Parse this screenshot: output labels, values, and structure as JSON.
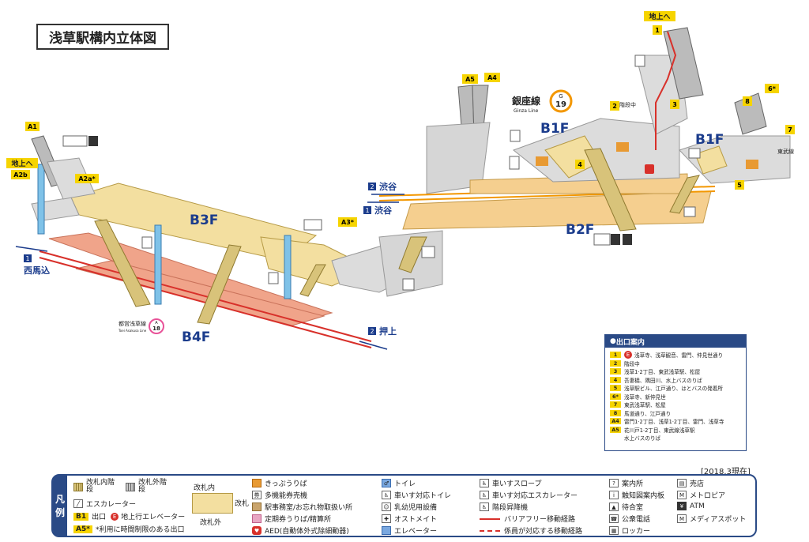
{
  "title": "浅草駅構内立体図",
  "floors": {
    "b1f_left": "B1F",
    "b1f_right": "B1F",
    "b2f": "B2F",
    "b3f": "B3F",
    "b4f": "B4F"
  },
  "ginza_line": {
    "name": "銀座線",
    "roman": "Ginza Line",
    "letter": "G",
    "number": "19",
    "color": "#f39700"
  },
  "asakusa_line": {
    "name": "都営浅草線",
    "roman": "Toei Asakusa Line",
    "letter": "A",
    "number": "18",
    "color": "#e85298"
  },
  "directions": {
    "shibuya_upper": {
      "num": "2",
      "label": "渋谷"
    },
    "shibuya_lower": {
      "num": "1",
      "label": "渋谷"
    },
    "nishimagome": {
      "num": "1",
      "label": "西馬込"
    },
    "oshiage": {
      "num": "2",
      "label": "押上"
    }
  },
  "to_ground": [
    "地上へ",
    "地上へ"
  ],
  "tobu_line": "東武線",
  "map_notes": {
    "stairs_under_construction": "階段中"
  },
  "exits_on_map": [
    "A1",
    "A2b",
    "A2a*",
    "A3*",
    "A4",
    "A5",
    "1",
    "2",
    "3",
    "4",
    "5",
    "6*",
    "7",
    "8"
  ],
  "colors": {
    "ticket_gate_inside": "#f3dfa0",
    "concourse": "#f5cf8f",
    "outside_gate": "#d6d6d6",
    "platform_asakusa": "#f0a48a",
    "elevator": "#7fc2e8",
    "accent_blue": "#2a4a86"
  },
  "exit_guide": {
    "header": "出口案内",
    "rows": [
      {
        "num": "1",
        "elevator": true,
        "text": "浅草寺、浅草観音、雷門、仲見世通り"
      },
      {
        "num": "2",
        "text": "階段中"
      },
      {
        "num": "3",
        "text": "浅草1·2丁目、東武浅草駅、松屋"
      },
      {
        "num": "4",
        "text": "吾妻橋、隅田川、水上バスのりば"
      },
      {
        "num": "5",
        "text": "浅草駅ビル、江戸通り、はとバスの発着所"
      },
      {
        "num": "6*",
        "text": "浅草寺、新仲見世"
      },
      {
        "num": "7",
        "text": "東武浅草駅、松屋"
      },
      {
        "num": "8",
        "text": "馬道通り、江戸通り"
      },
      {
        "num": "A4",
        "text": "雷門1·2丁目、浅草1·2丁目、雷門、浅草寺"
      },
      {
        "num": "A5",
        "text": "花川戸1·2丁目、東武線浅草駅"
      },
      {
        "num": "",
        "text": "水上バスのりば"
      }
    ]
  },
  "as_of": "[2018.3現在]",
  "legend": {
    "side": [
      "凡",
      "例"
    ],
    "stairs_inside": "改札内階段",
    "stairs_outside": "改札外階段",
    "escalator": "エスカレーター",
    "exit": "出口",
    "exit_badge": "B1",
    "elevator_up": "地上行エレベーター",
    "limited_badge": "A5*",
    "limited": "*利用に時間制限のある出口",
    "gate_inside": "改札内",
    "gate": "改札",
    "gate_outside": "改札外",
    "ticket": "きっぷうりば",
    "fare_machine": "多機能券売機",
    "station_office": "駅事務室/お忘れ物取扱い所",
    "commuter_pass": "定期券うりば/精算所",
    "aed": "AED(自動体外式除細動器)",
    "toilet": "トイレ",
    "wheelchair_toilet": "車いす対応トイレ",
    "nursing": "乳幼児用設備",
    "ostomate": "オストメイト",
    "elevator": "エレベーター",
    "slope": "車いすスロープ",
    "wheelchair_escalator": "車いす対応エスカレーター",
    "stair_lift": "階段昇降機",
    "barrier_free": "バリアフリー移動経路",
    "staff_route": "係員が対応する移動経路",
    "info": "案内所",
    "tactile_map": "触知図案内板",
    "waiting_room": "待合室",
    "payphone": "公衆電話",
    "locker": "ロッカー",
    "shop": "売店",
    "metropia": "メトロピア",
    "atm": "ATM",
    "media_spot": "メディアスポット"
  }
}
